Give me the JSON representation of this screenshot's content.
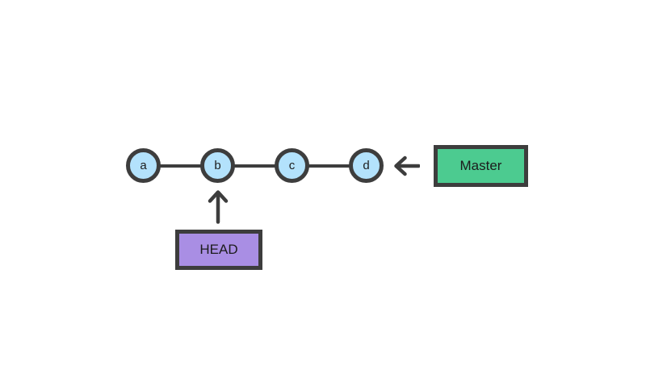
{
  "nodes": [
    {
      "label": "a"
    },
    {
      "label": "b"
    },
    {
      "label": "c"
    },
    {
      "label": "d"
    }
  ],
  "refs": {
    "master_label": "Master",
    "head_label": "HEAD"
  },
  "icons": {
    "master_pointer": "left-arrow-icon",
    "head_pointer": "up-arrow-icon"
  },
  "colors": {
    "stroke": "#3d3d3d",
    "node_fill": "#b3e2fc",
    "master_fill": "#4ccb90",
    "head_fill": "#a98ee4",
    "background": "#ffffff",
    "text": "#1c1c1c"
  }
}
